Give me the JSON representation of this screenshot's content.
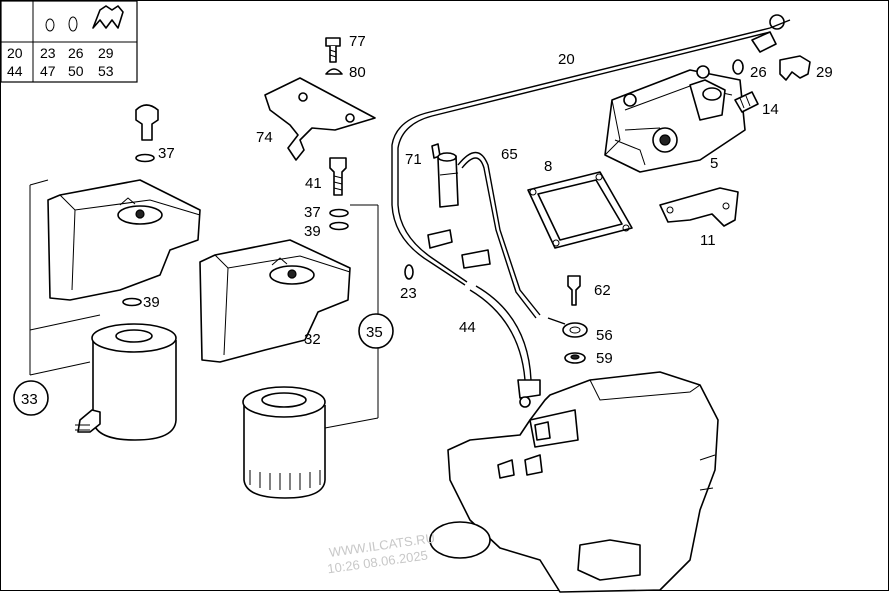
{
  "legend_table": {
    "row1": [
      "20",
      "23",
      "26",
      "29"
    ],
    "row2": [
      "44",
      "47",
      "50",
      "53"
    ]
  },
  "callouts": {
    "c77": "77",
    "c80": "80",
    "c74": "74",
    "c37a": "37",
    "c41": "41",
    "c37b": "37",
    "c39a": "39",
    "c39b": "39",
    "c23": "23",
    "c32": "32",
    "c35": "35",
    "c33": "33",
    "c20": "20",
    "c71": "71",
    "c65": "65",
    "c8": "8",
    "c26": "26",
    "c29": "29",
    "c14": "14",
    "c5": "5",
    "c11": "11",
    "c62": "62",
    "c44": "44",
    "c56": "56",
    "c59": "59"
  },
  "watermark": {
    "line1": "WWW.ILCATS.RU",
    "line2": "10:26 08.06.2025"
  }
}
